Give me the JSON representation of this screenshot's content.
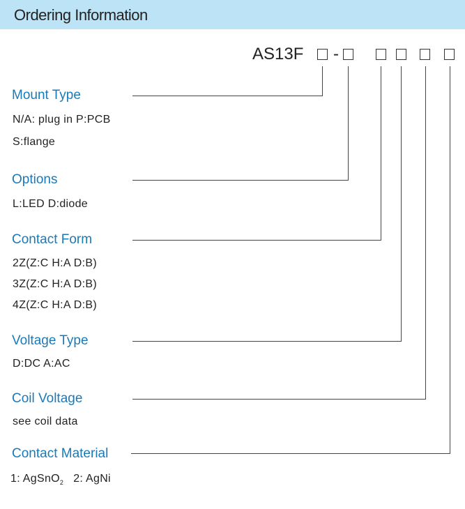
{
  "header": {
    "title": "Ordering Information"
  },
  "code": {
    "prefix": "AS13F",
    "dash": "-"
  },
  "sections": [
    {
      "title": "Mount Type",
      "lines": [
        "N/A: plug in  P:PCB",
        "S:flange"
      ]
    },
    {
      "title": "Options",
      "lines": [
        "L:LED  D:diode"
      ]
    },
    {
      "title": "Contact Form",
      "lines": [
        "2Z(Z:C H:A D:B)",
        "3Z(Z:C H:A D:B)",
        "4Z(Z:C H:A D:B)"
      ]
    },
    {
      "title": "Voltage Type",
      "lines": [
        "D:DC  A:AC"
      ]
    },
    {
      "title": "Coil Voltage",
      "lines": [
        "see coil data"
      ]
    },
    {
      "title": "Contact Material",
      "lines": [
        "1: AgSnO",
        "2: AgNi"
      ],
      "subscript": "2"
    }
  ]
}
